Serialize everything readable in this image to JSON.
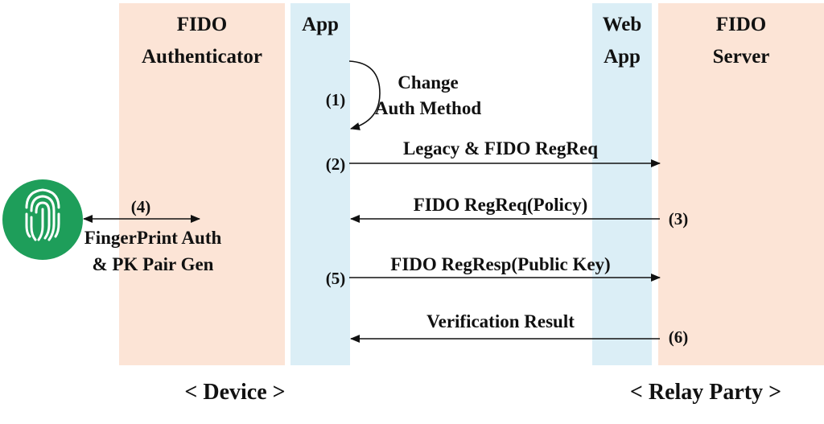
{
  "lanes": {
    "fido_authenticator": [
      "FIDO",
      "Authenticator"
    ],
    "app": "App",
    "web_app": [
      "Web",
      "App"
    ],
    "fido_server": [
      "FIDO",
      "Server"
    ]
  },
  "steps": {
    "s1": {
      "number": "(1)",
      "label": [
        "Change",
        "Auth Method"
      ]
    },
    "s2": {
      "number": "(2)",
      "label": "Legacy & FIDO RegReq"
    },
    "s3": {
      "number": "(3)",
      "label": "FIDO RegReq(Policy)"
    },
    "s4": {
      "number": "(4)",
      "label": [
        "FingerPrint Auth",
        "& PK Pair Gen"
      ]
    },
    "s5": {
      "number": "(5)",
      "label": "FIDO RegResp(Public Key)"
    },
    "s6": {
      "number": "(6)",
      "label": "Verification Result"
    }
  },
  "groups": {
    "device": "< Device >",
    "relay_party": "< Relay Party >"
  },
  "icon": {
    "name": "fingerprint-icon",
    "color": "#1e9e5a"
  }
}
